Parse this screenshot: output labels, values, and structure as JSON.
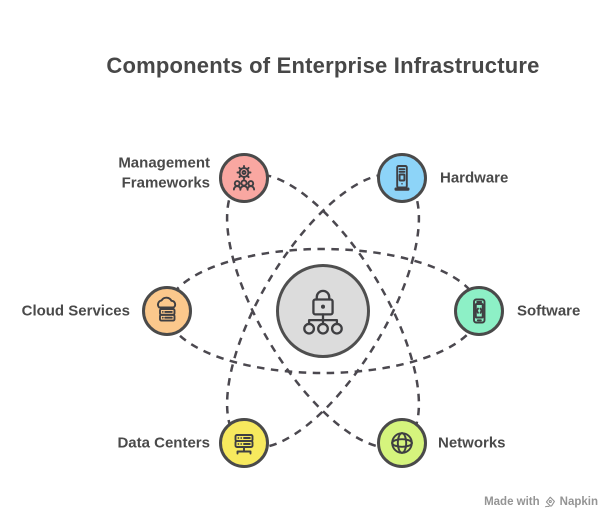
{
  "title": "Components of Enterprise Infrastructure",
  "center": {
    "icon": "lock-hierarchy-icon",
    "fill": "#DCDCDC",
    "border": "#4F4F4F"
  },
  "nodes": [
    {
      "id": "management-frameworks",
      "label": "Management Frameworks",
      "color": "#F9A7A1",
      "icon": "gear-team-icon",
      "label_side": "left"
    },
    {
      "id": "hardware",
      "label": "Hardware",
      "color": "#8DD4F8",
      "icon": "computer-tower-icon",
      "label_side": "right"
    },
    {
      "id": "cloud-services",
      "label": "Cloud Services",
      "color": "#FBC88C",
      "icon": "cloud-server-icon",
      "label_side": "left"
    },
    {
      "id": "software",
      "label": "Software",
      "color": "#8DF0C6",
      "icon": "mobile-code-icon",
      "label_side": "right"
    },
    {
      "id": "data-centers",
      "label": "Data Centers",
      "color": "#F7E95E",
      "icon": "server-rack-icon",
      "label_side": "left"
    },
    {
      "id": "networks",
      "label": "Networks",
      "color": "#D5F47D",
      "icon": "globe-network-icon",
      "label_side": "right"
    }
  ],
  "watermark": {
    "prefix": "Made with",
    "brand": "Napkin",
    "icon": "pen-nib-icon"
  },
  "colors": {
    "background": "#FFFFFF",
    "ink": "#3F3F42",
    "dash": "#4B484F",
    "node-border": "#4A4A4A",
    "center-fill": "#DCDCDC",
    "title": "#474747",
    "label": "#4A4A4A",
    "watermark": "#949494"
  }
}
